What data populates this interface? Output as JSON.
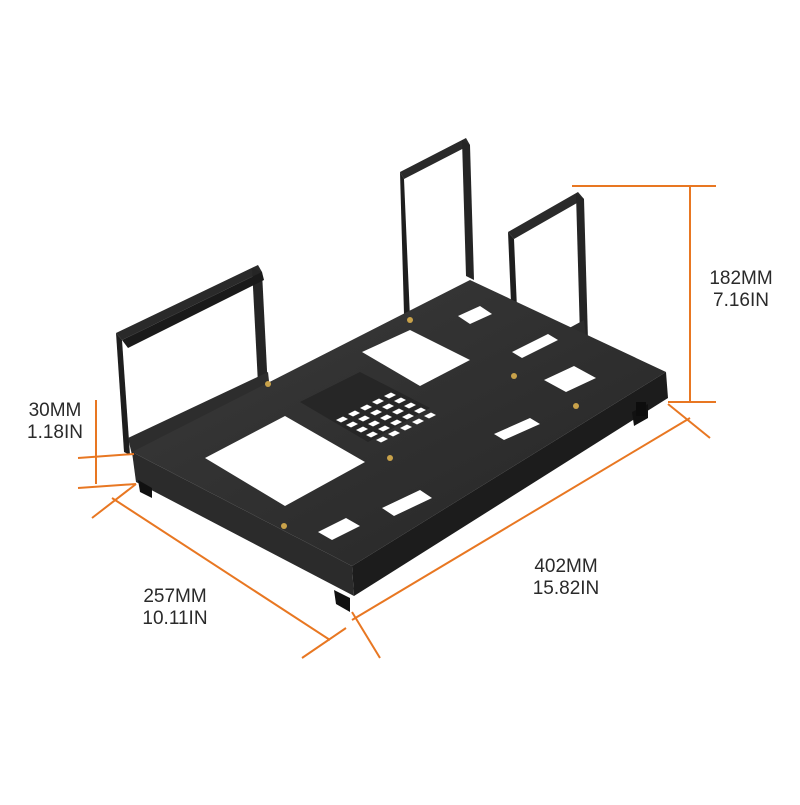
{
  "dimensions": {
    "height": {
      "mm": "182MM",
      "in": "7.16IN"
    },
    "depth": {
      "mm": "257MM",
      "in": "10.11IN"
    },
    "width": {
      "mm": "402MM",
      "in": "15.82IN"
    },
    "base": {
      "mm": "30MM",
      "in": "1.18IN"
    }
  },
  "colors": {
    "background": "#ffffff",
    "frame": "#2e2e2e",
    "frame_dark": "#1c1c1c",
    "frame_side": "#3a3a3a",
    "dimension_line": "#e87722",
    "standoff": "#c9a24a",
    "label_text": "#2a2a2a"
  }
}
